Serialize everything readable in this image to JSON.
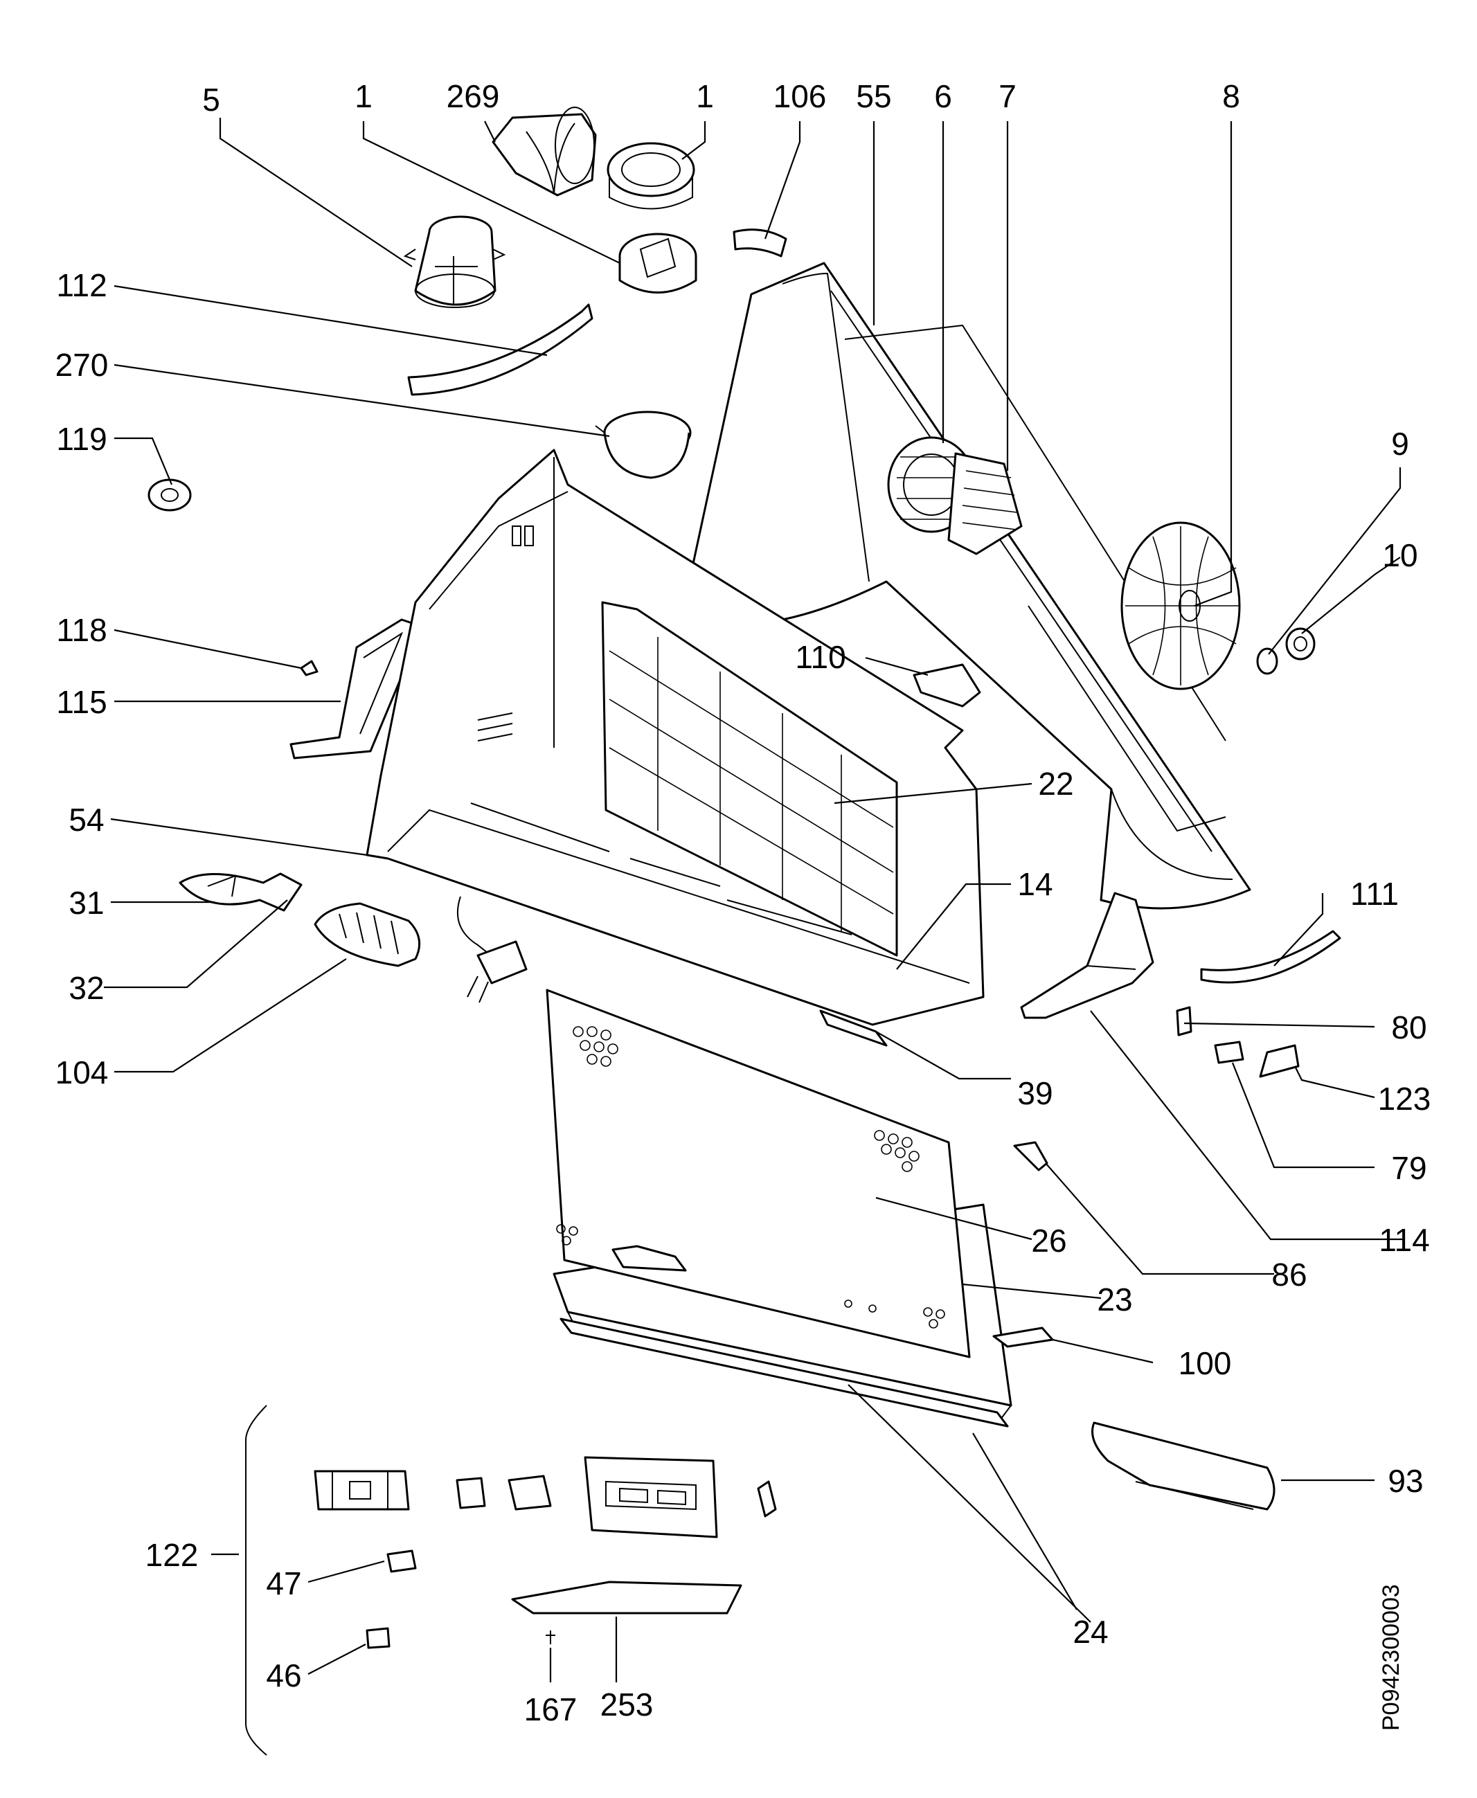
{
  "drawing_code": "P0942300003",
  "labels": {
    "p5": "5",
    "p1a": "1",
    "p269": "269",
    "p1b": "1",
    "p106": "106",
    "p55": "55",
    "p6": "6",
    "p7": "7",
    "p8": "8",
    "p112": "112",
    "p270": "270",
    "p119": "119",
    "p9": "9",
    "p10": "10",
    "p118": "118",
    "p115": "115",
    "p110": "110",
    "p22": "22",
    "p54": "54",
    "p31": "31",
    "p32": "32",
    "p104": "104",
    "p14": "14",
    "p111": "111",
    "p39": "39",
    "p80": "80",
    "p123": "123",
    "p79": "79",
    "p114": "114",
    "p86": "86",
    "p26": "26",
    "p23": "23",
    "p100": "100",
    "p24": "24",
    "p93": "93",
    "p122": "122",
    "p47": "47",
    "p46": "46",
    "p167": "167",
    "p253": "253"
  }
}
